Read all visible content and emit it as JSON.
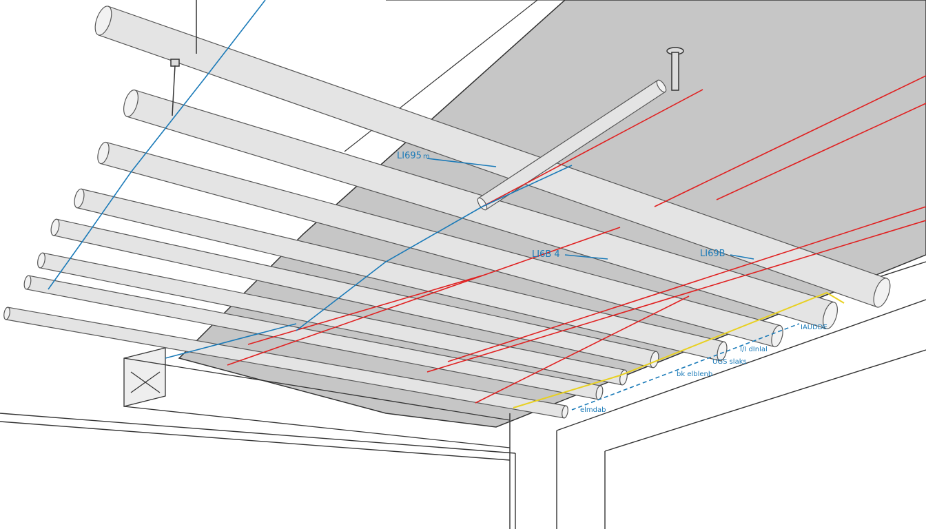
{
  "colors": {
    "ceiling": "#c8c8c8",
    "pipe_fill": "#e4e4e4",
    "pipe_stroke": "#555555",
    "red_line": "#e02020",
    "blue_line": "#1a7ab8",
    "yellow_line": "#e8d020",
    "wall_line": "#333333"
  },
  "labels": {
    "upper_left": "LI695",
    "upper_left_suffix": "m",
    "middle": "LI6B 4",
    "right": "LI69B",
    "note_1": "IAUDDE",
    "note_2": "I/I dInlal",
    "note_3": "UGS slaks",
    "note_4": "bk elblenb",
    "note_5": "elmdab"
  },
  "icons": {
    "hanger": "ceiling-hanger-icon",
    "bracket": "mount-bracket-icon"
  }
}
